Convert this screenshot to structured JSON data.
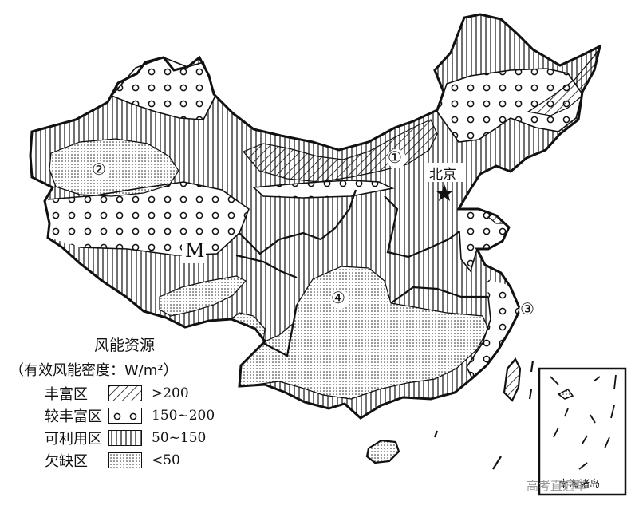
{
  "map": {
    "capital_label": "北京",
    "zone_labels": [
      "①",
      "②",
      "③",
      "④"
    ],
    "region_label": "M",
    "inset_label": "南海诸岛"
  },
  "legend": {
    "title": "风能资源",
    "subtitle": "（有效风能密度：W/m²）",
    "entries": [
      {
        "name": "丰富区",
        "range": ">200",
        "pattern": "hatch-diagonal"
      },
      {
        "name": "较丰富区",
        "range": "150~200",
        "pattern": "circles"
      },
      {
        "name": "可利用区",
        "range": "50~150",
        "pattern": "vertical-lines"
      },
      {
        "name": "欠缺区",
        "range": "<50",
        "pattern": "fine-dots"
      }
    ]
  },
  "watermark": "高考直通车",
  "colors": {
    "ink": "#111111",
    "paper": "#ffffff",
    "watermark": "#9a9a9a"
  }
}
